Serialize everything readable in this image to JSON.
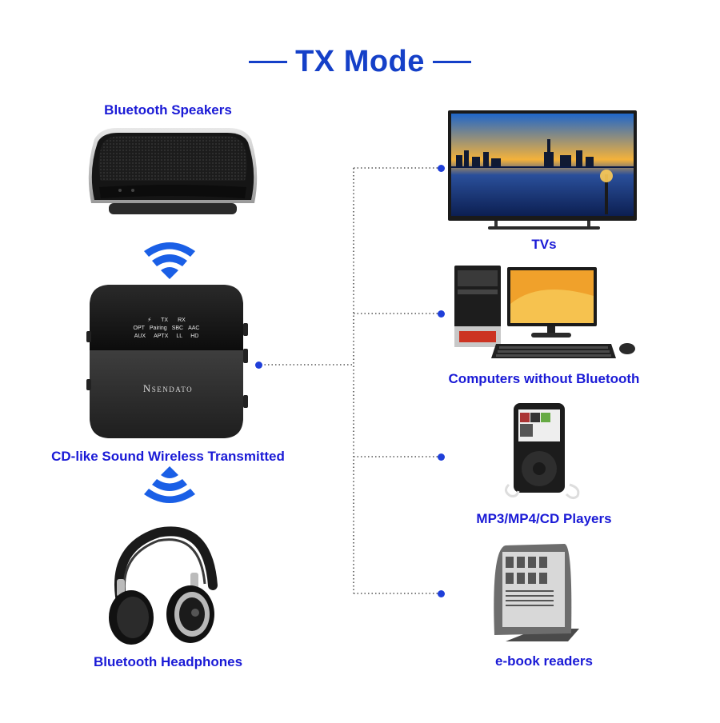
{
  "title": "TX Mode",
  "colors": {
    "label_blue": "#1a1ad6",
    "title_blue": "#1540c8",
    "wave_blue": "#1a5fe6",
    "dot_blue": "#1f3fd9",
    "connector_gray": "#555555"
  },
  "device": {
    "brand": "Nsendato",
    "screen_row1": [
      "⚡",
      "TX",
      "RX"
    ],
    "screen_row2": [
      "OPT",
      "Pairing",
      "SBC",
      "AAC"
    ],
    "screen_row3": [
      "AUX",
      "APTX",
      "LL",
      "HD"
    ]
  },
  "left_labels": {
    "speakers": "Bluetooth Speakers",
    "transmitter": "CD-like Sound Wireless Transmitted",
    "headphones": "Bluetooth Headphones"
  },
  "right_labels": {
    "tvs": "TVs",
    "computers": "Computers without Bluetooth",
    "players": "MP3/MP4/CD Players",
    "ereaders": "e-book readers"
  }
}
